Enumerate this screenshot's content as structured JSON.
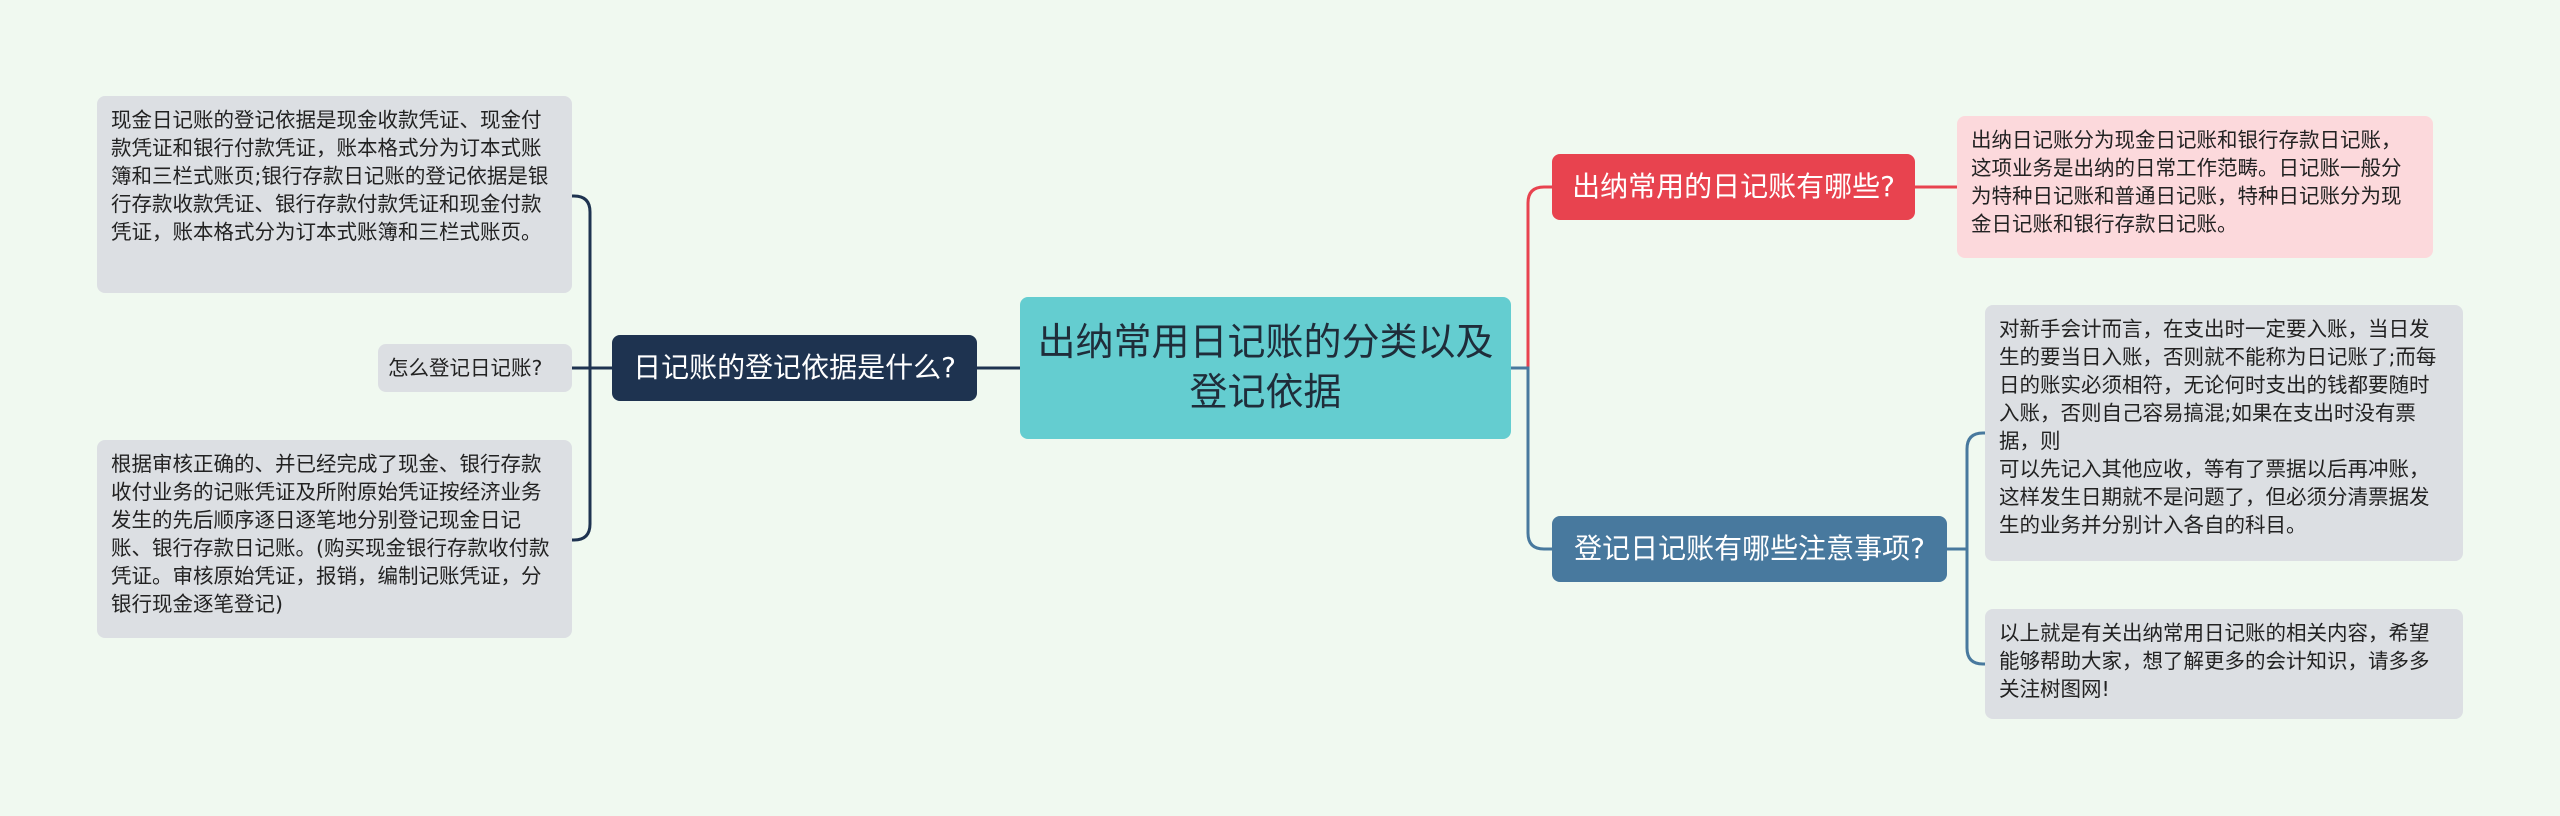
{
  "title": "出纳常用日记账的分类以及登记依据",
  "branches": {
    "left": "日记账的登记依据是什么?",
    "right_top": "出纳常用的日记账有哪些?",
    "right_bottom": "登记日记账有哪些注意事项?"
  },
  "left_leaves": [
    "现金日记账的登记依据是现金收款凭证、现金付款凭证和银行付款凭证，账本格式分为订本式账簿和三栏式账页;银行存款日记账的登记依据是银行存款收款凭证、银行存款付款凭证和现金付款凭证，账本格式分为订本式账簿和三栏式账页。",
    "怎么登记日记账?",
    "根据审核正确的、并已经完成了现金、银行存款收付业务的记账凭证及所附原始凭证按经济业务发生的先后顺序逐日逐笔地分别登记现金日记账、银行存款日记账。(购买现金银行存款收付款凭证。审核原始凭证，报销，编制记账凭证，分银行现金逐笔登记)"
  ],
  "right_top_leaf": "出纳日记账分为现金日记账和银行存款日记账，这项业务是出纳的日常工作范畴。日记账一般分为特种日记账和普通日记账，特种日记账分为现金日记账和银行存款日记账。",
  "right_bottom_leaves": [
    "对新手会计而言，在支出时一定要入账，当日发生的要当日入账，否则就不能称为日记账了;而每日的账实必须相符，无论何时支出的钱都要随时入账，否则自己容易搞混;如果在支出时没有票据，则\n可以先记入其他应收，等有了票据以后再冲账，这样发生日期就不是问题了，但必须分清票据发生的业务并分别计入各自的科目。",
    "以上就是有关出纳常用日记账的相关内容，希望能够帮助大家，想了解更多的会计知识，请多多关注树图网!"
  ],
  "colors": {
    "background": "#f0f9f0",
    "center": "#64cdd0",
    "left_branch": "#1e3350",
    "red_branch": "#e8434f",
    "blue_branch": "#48799e",
    "grey_leaf": "#dcdfe3",
    "pink_leaf": "#fcd9dc"
  }
}
